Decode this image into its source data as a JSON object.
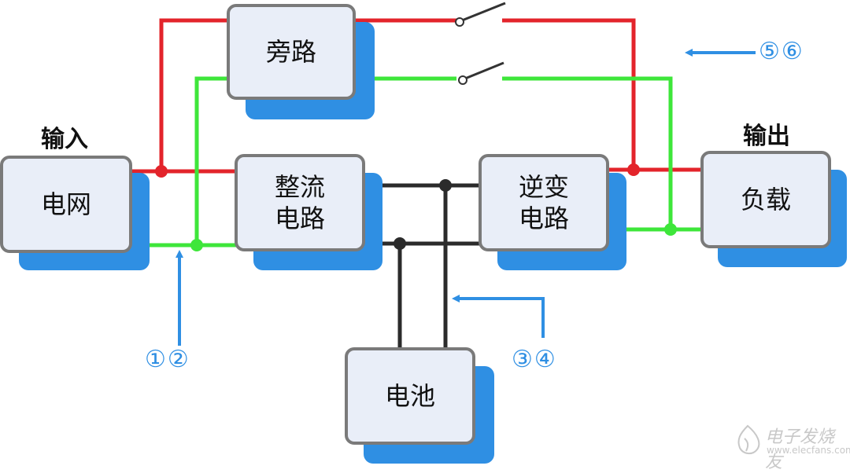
{
  "diagram": {
    "labels": {
      "input": "输入",
      "output": "输出"
    },
    "blocks": {
      "bypass": "旁路",
      "grid": "电网",
      "rectifier": "整流\n电路",
      "inverter": "逆变\n电路",
      "load": "负载",
      "battery": "电池"
    },
    "markers": {
      "m12": "①②",
      "m34": "③④",
      "m56": "⑤⑥"
    },
    "colors": {
      "phase_line": "#e3242b",
      "neutral_line": "#3ee63a",
      "dc_line": "#2b2b2b",
      "arrow": "#2f8fe3",
      "box_fill": "#e9eef8",
      "box_border": "#7a7a7a",
      "box_shadow": "#2f8fe3"
    }
  },
  "watermark": {
    "title": "电子发烧友",
    "url": "www.elecfans.com"
  }
}
